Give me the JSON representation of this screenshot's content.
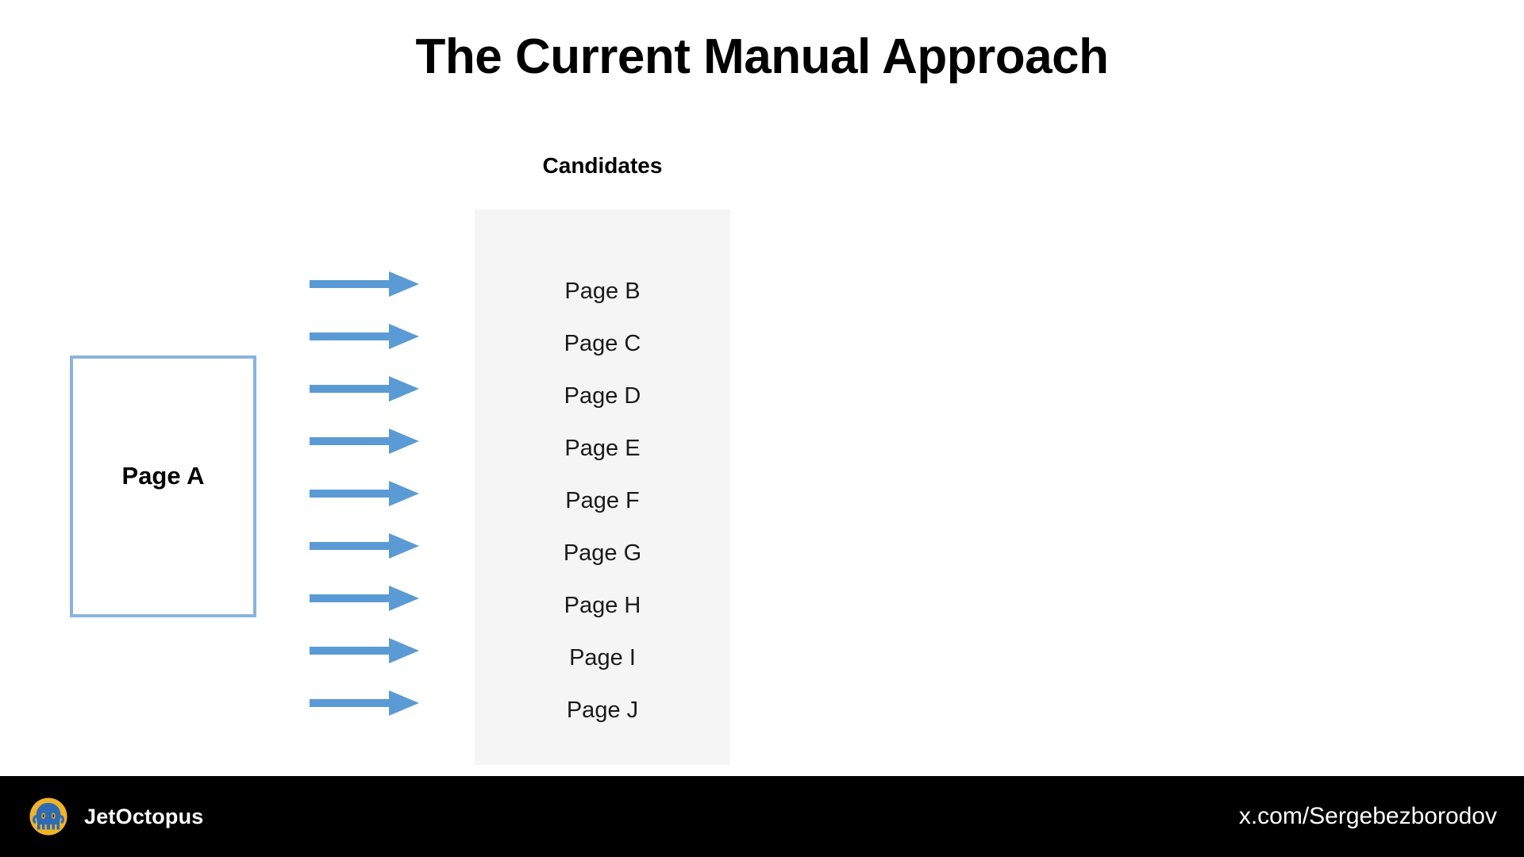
{
  "slide": {
    "title": "The Current Manual Approach",
    "background_color": "#ffffff"
  },
  "source": {
    "box_label": "Page A",
    "border_color": "#8ab4dd"
  },
  "flow": {
    "arrow_color": "#5b9bd5",
    "arrow_count": 9,
    "arrow_icon": "arrow-right-icon"
  },
  "candidates": {
    "heading": "Candidates",
    "panel_color": "#f5f5f5",
    "items": [
      {
        "label": "Page B"
      },
      {
        "label": "Page C"
      },
      {
        "label": "Page D"
      },
      {
        "label": "Page E"
      },
      {
        "label": "Page F"
      },
      {
        "label": "Page G"
      },
      {
        "label": "Page H"
      },
      {
        "label": "Page I"
      },
      {
        "label": "Page J"
      }
    ]
  },
  "footer": {
    "brand_name": "JetOctopus",
    "logo_icon": "jetoctopus-octopus-logo-icon",
    "logo_circle_color": "#f0b429",
    "logo_octopus_color": "#2f6bb5",
    "handle": "x.com/Sergebezborodov",
    "background_color": "#000000"
  }
}
